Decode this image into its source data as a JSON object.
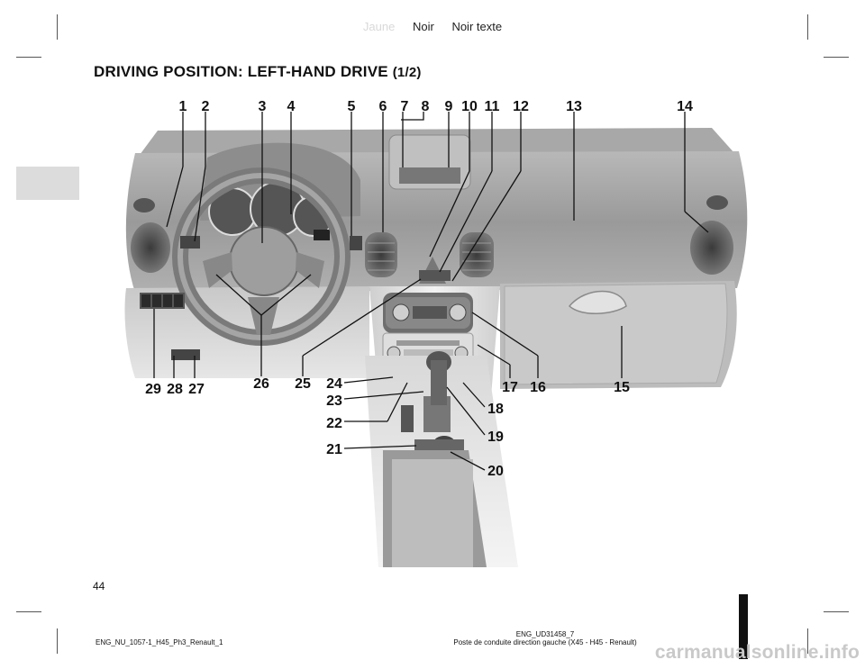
{
  "header": {
    "tags": [
      "Jaune",
      "Noir",
      "Noir texte"
    ]
  },
  "title": {
    "main": "DRIVING POSITION: LEFT-HAND DRIVE",
    "sub": "(1/2)"
  },
  "callouts": [
    "1",
    "2",
    "3",
    "4",
    "5",
    "6",
    "7",
    "8",
    "9",
    "10",
    "11",
    "12",
    "13",
    "14",
    "15",
    "16",
    "17",
    "18",
    "19",
    "20",
    "21",
    "22",
    "23",
    "24",
    "25",
    "26",
    "27",
    "28",
    "29"
  ],
  "page_number": "44",
  "footer": {
    "left": "ENG_NU_1057-1_H45_Ph3_Renault_1",
    "right_line1": "ENG_UD31458_7",
    "right_line2": "Poste de conduite direction    gauche (X45 - H45 - Renault)"
  },
  "watermark": "carmanualsonline.info",
  "colors": {
    "dashboard_dark": "#8a8a8a",
    "dashboard_light": "#d4d4d4",
    "side_tab": "#dcdcdc",
    "watermark": "#c9c9c9"
  }
}
